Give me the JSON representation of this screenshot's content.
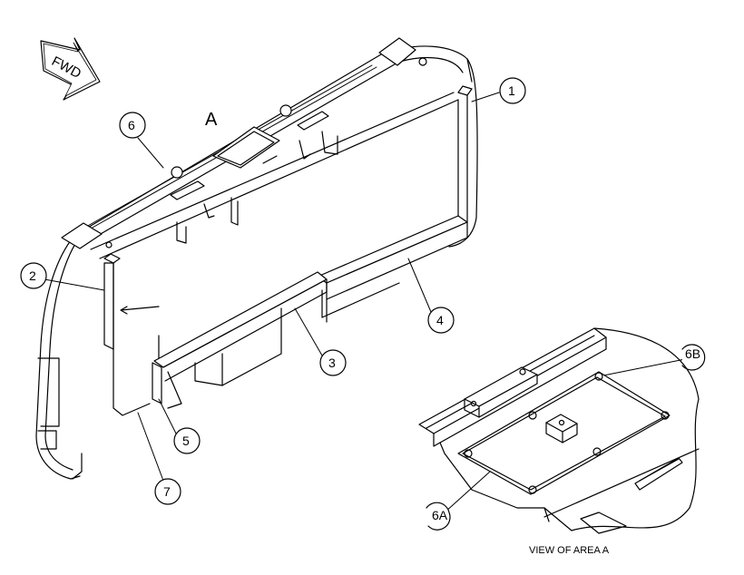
{
  "fwd_arrow": {
    "label": "FWD"
  },
  "area_marker": {
    "label": "A"
  },
  "callouts": [
    {
      "id": "1",
      "label": "1"
    },
    {
      "id": "2",
      "label": "2"
    },
    {
      "id": "3",
      "label": "3"
    },
    {
      "id": "4",
      "label": "4"
    },
    {
      "id": "5",
      "label": "5"
    },
    {
      "id": "6",
      "label": "6"
    },
    {
      "id": "7",
      "label": "7"
    },
    {
      "id": "6A",
      "label": "6A"
    },
    {
      "id": "6B",
      "label": "6B"
    }
  ],
  "detail_view": {
    "caption": "VIEW OF AREA A"
  }
}
